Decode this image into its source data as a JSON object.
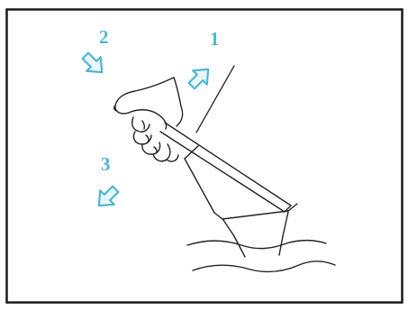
{
  "figure": {
    "step_labels": {
      "one": "1",
      "two": "2",
      "three": "3"
    },
    "arrow_icons": {
      "one": "arrow-up-right-icon",
      "two": "arrow-down-right-icon",
      "three": "arrow-down-left-icon"
    },
    "colors": {
      "frame": "#1a1a1a",
      "arrow_stroke": "#4fb6d2",
      "arrow_fill": "#e9f6fa",
      "step_number": "#4fb6d2",
      "drawing_ink": "#222222"
    }
  }
}
